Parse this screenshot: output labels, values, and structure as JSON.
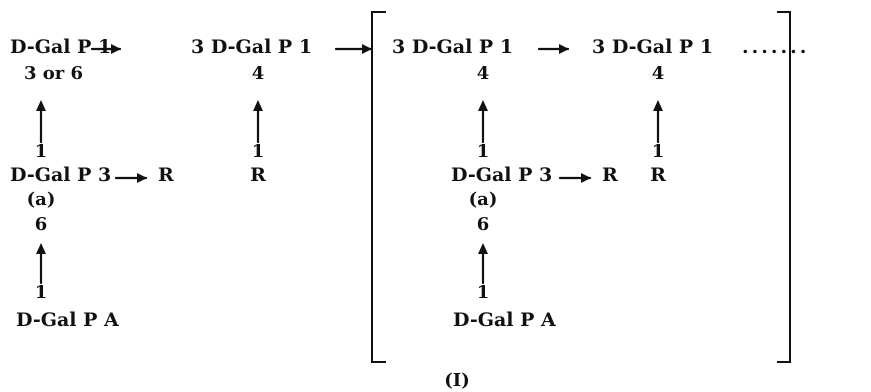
{
  "diagram": {
    "nodes": {
      "left_p1": "D-Gal P 1",
      "left_p1_sub": "3 or 6",
      "second_label": "3 D-Gal P 1",
      "second_sub": "4",
      "third_label": "3 D-Gal P 1",
      "third_sub": "4",
      "fourth_label": "3 D-Gal P 1",
      "fourth_dots": ".......",
      "fourth_sub": "4",
      "left_branch_num": "1",
      "left_branch": "D-Gal P 3",
      "left_branch_target": "R",
      "left_branch_a": "(a)",
      "left_branch_6": "6",
      "left_branch_bottom_num": "1",
      "left_bottom": "D-Gal P A",
      "second_branch_num": "1",
      "second_branch": "R",
      "right_branch_num": "1",
      "right_branch": "D-Gal P 3",
      "right_branch_target": "R",
      "right_branch_a": "(a)",
      "right_branch_6": "6",
      "right_branch_bottom_num": "1",
      "right_bottom": "D-Gal P A",
      "fourth_branch_num": "1",
      "fourth_branch": "R",
      "caption": "(I)"
    }
  }
}
